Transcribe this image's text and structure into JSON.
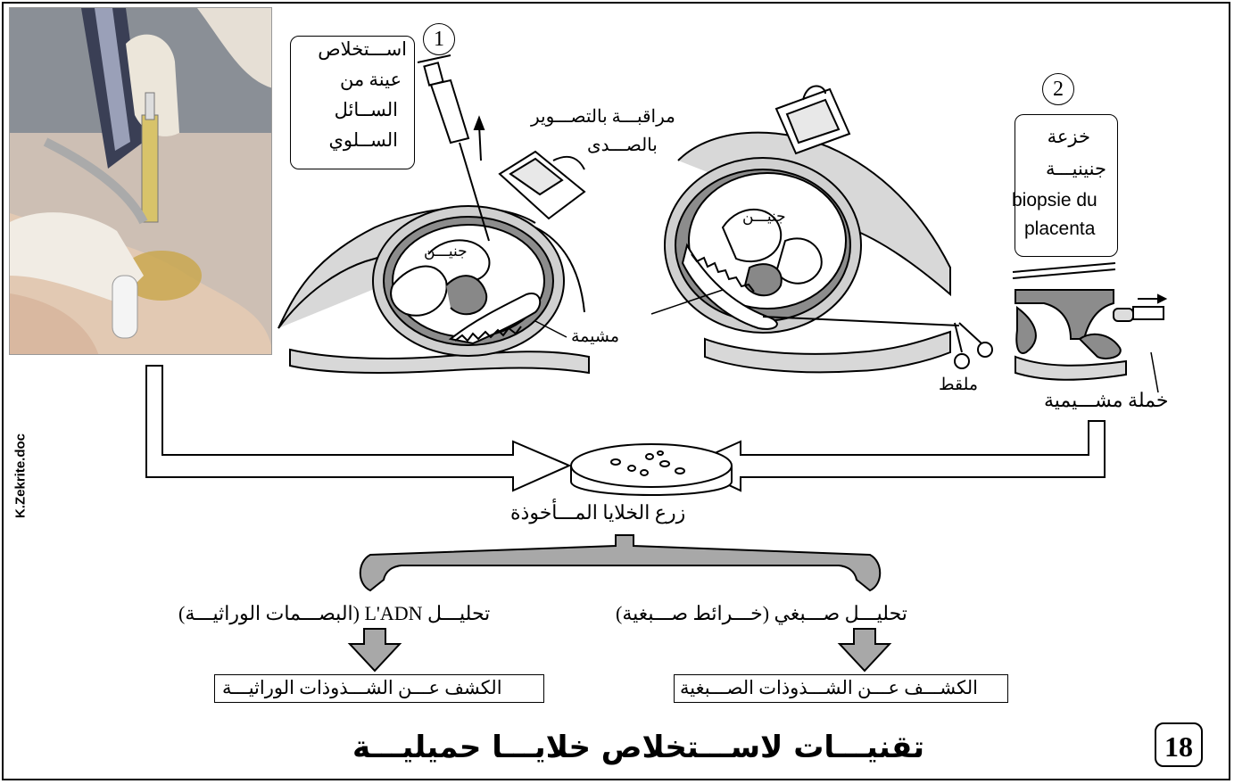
{
  "photo": {
    "alt": "photo-amniocentesis"
  },
  "technique1": {
    "number": "1",
    "lines": [
      "اســـتخلاص",
      "عينة من",
      "الســائل",
      "الســلوي"
    ]
  },
  "technique2": {
    "number": "2",
    "lines": [
      "خزعة",
      "جنينيـــة",
      "biopsie du",
      "placenta"
    ]
  },
  "labels": {
    "ultrasound_line1": "مراقبـــة بالتصـــوير",
    "ultrasound_line2": "بالصـــدى",
    "fetus_left": "جنيـــن",
    "fetus_right": "جنيـــن",
    "chorion": "مشيمة",
    "forceps": "ملقط",
    "villus": "خملة مشـــيمية",
    "culture": "زرع الخلايا المـــأخوذة",
    "dna_analysis": "تحليـــل L'ADN (البصـــمات الوراثيـــة)",
    "chromosome_analysis": "تحليـــل صـــبغي (خـــرائط صـــبغية)",
    "genetic_detection": "الكشف عـــن الشـــذوذات الوراثيـــة",
    "chromosome_detection": "الكشـــف عـــن الشـــذوذات الصـــبغية"
  },
  "footer": {
    "title": "تقنيـــات لاســـتخلاص خلايـــا حميليـــة",
    "page_number": "18",
    "side_note": "K.Zekrite.doc"
  }
}
